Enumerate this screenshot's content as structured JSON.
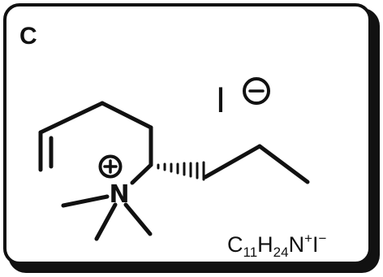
{
  "panel": {
    "label": "C"
  },
  "structure": {
    "nitrogen_label": "N",
    "iodine_label": "I"
  },
  "formula": {
    "parts": [
      {
        "text": "C",
        "style": "normal"
      },
      {
        "text": "11",
        "style": "sub"
      },
      {
        "text": "H",
        "style": "normal"
      },
      {
        "text": "24",
        "style": "sub"
      },
      {
        "text": "N",
        "style": "normal"
      },
      {
        "text": "+",
        "style": "sup"
      },
      {
        "text": "I",
        "style": "normal"
      },
      {
        "text": "−",
        "style": "sup"
      }
    ]
  },
  "colors": {
    "ink": "#111111",
    "background": "#ffffff"
  }
}
